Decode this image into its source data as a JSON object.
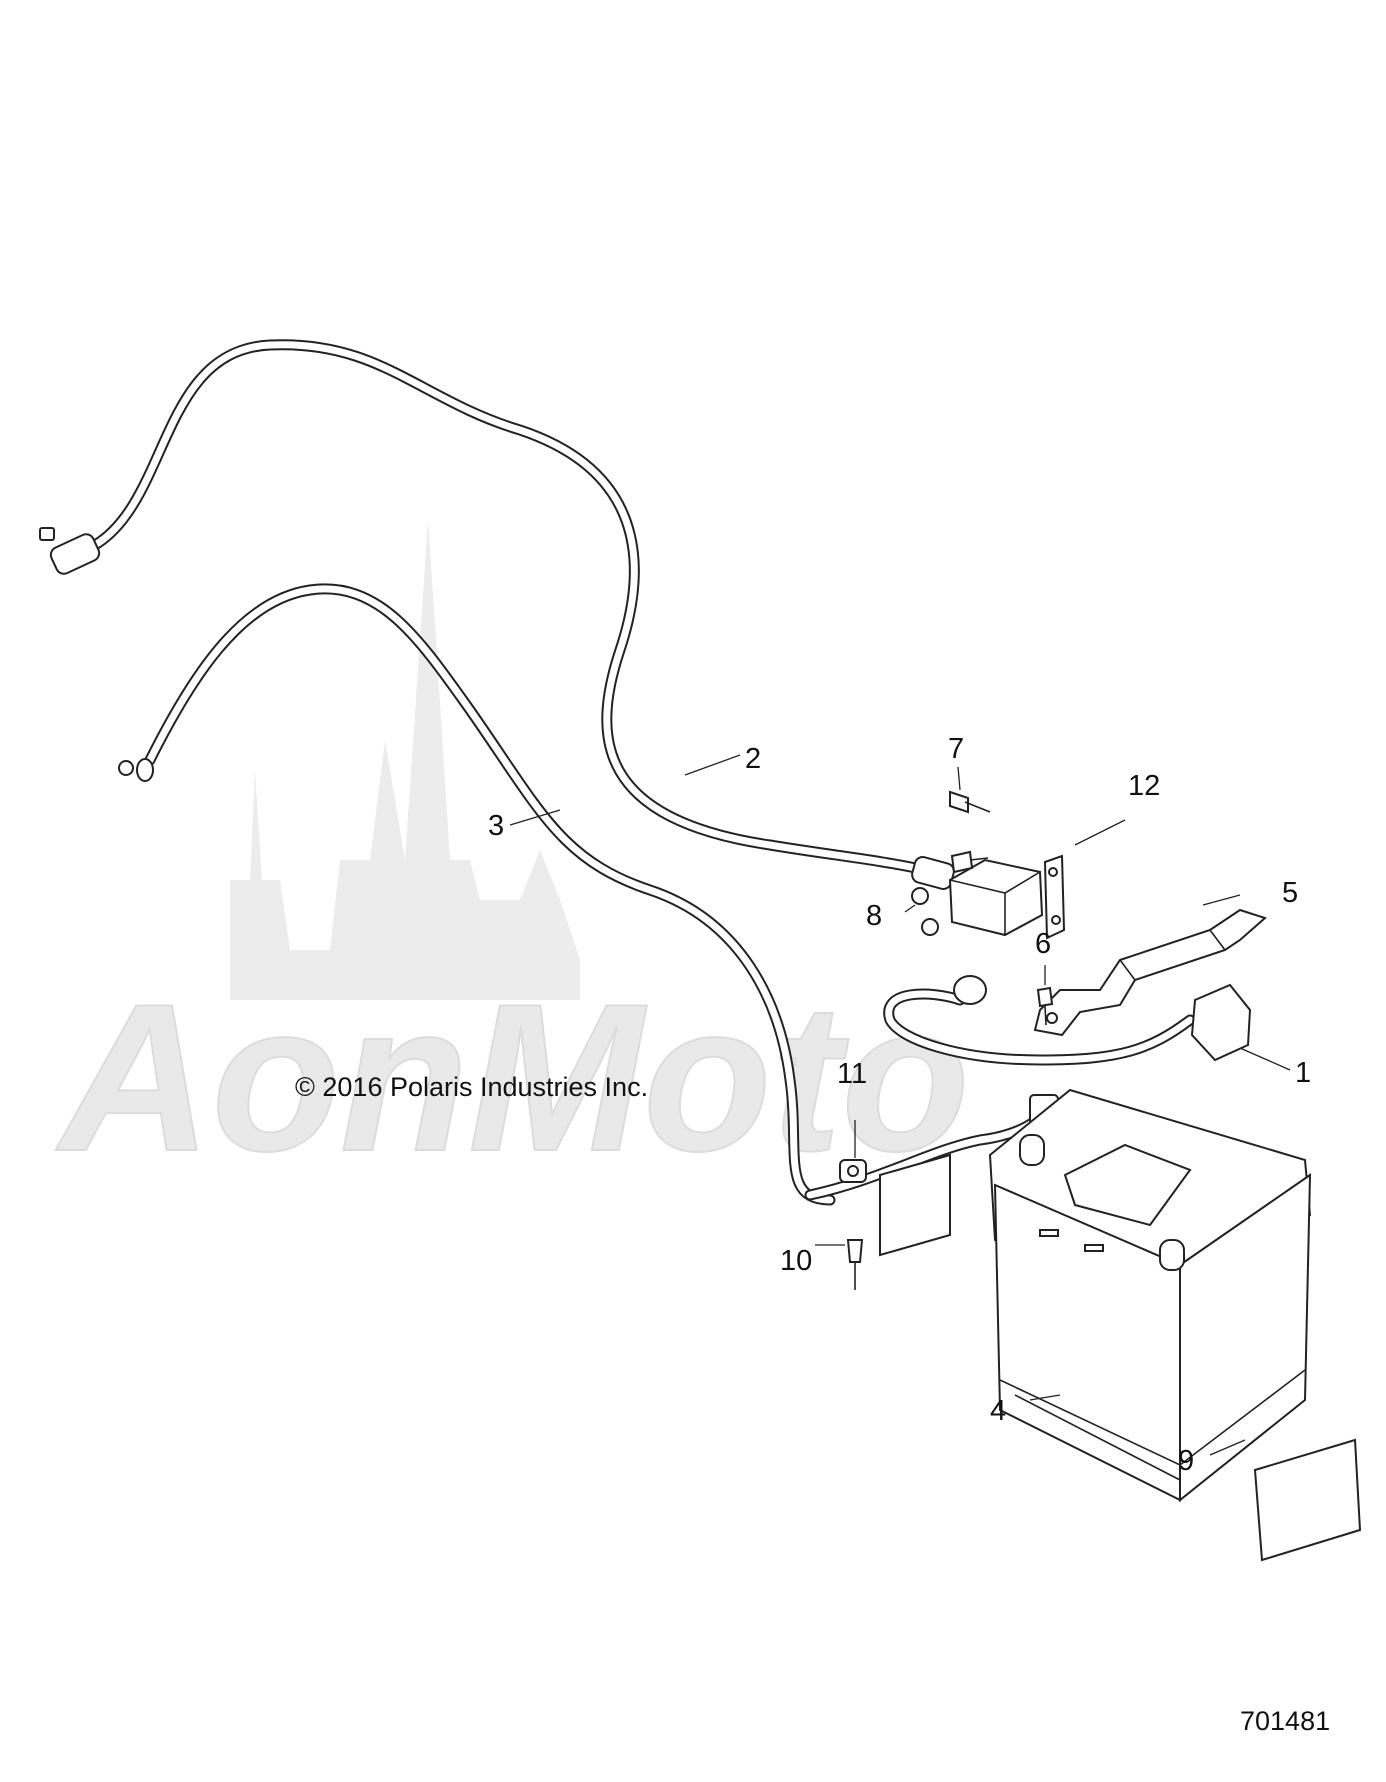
{
  "watermark": {
    "text": "AonMoto"
  },
  "copyright": "© 2016 Polaris Industries Inc.",
  "drawing_number": "701481",
  "callouts": [
    {
      "label": "1"
    },
    {
      "label": "2"
    },
    {
      "label": "3"
    },
    {
      "label": "4"
    },
    {
      "label": "5"
    },
    {
      "label": "6"
    },
    {
      "label": "7"
    },
    {
      "label": "8"
    },
    {
      "label": "9"
    },
    {
      "label": "10"
    },
    {
      "label": "11"
    },
    {
      "label": "12"
    }
  ]
}
